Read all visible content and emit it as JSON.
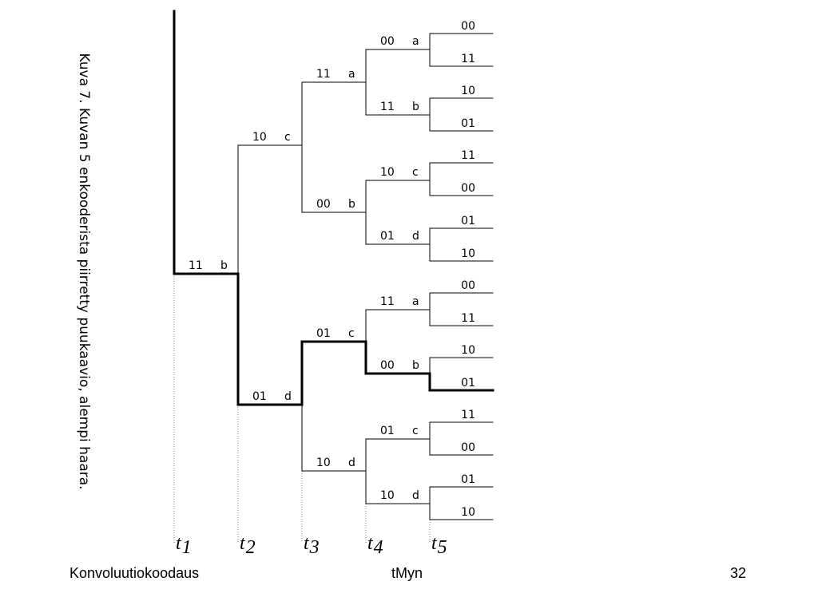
{
  "caption": "Kuva 7. Kuvan 5 enkooderista piirretty puukaavio, alempi haara.",
  "footer": {
    "left": "Konvoluutiokoodaus",
    "center": "tMyn",
    "page_number": "32"
  },
  "time_labels": [
    {
      "base": "t",
      "sub": "1"
    },
    {
      "base": "t",
      "sub": "2"
    },
    {
      "base": "t",
      "sub": "3"
    },
    {
      "base": "t",
      "sub": "4"
    },
    {
      "base": "t",
      "sub": "5"
    }
  ],
  "trellis_tree": {
    "level1": [
      {
        "output": "11",
        "state": "b",
        "highlighted": true
      }
    ],
    "level2": [
      {
        "output": "10",
        "state": "c",
        "highlighted": false
      },
      {
        "output": "01",
        "state": "d",
        "highlighted": true
      }
    ],
    "level3": [
      {
        "output": "11",
        "state": "a",
        "highlighted": false
      },
      {
        "output": "00",
        "state": "b",
        "highlighted": false
      },
      {
        "output": "01",
        "state": "c",
        "highlighted": true
      },
      {
        "output": "10",
        "state": "d",
        "highlighted": false
      }
    ],
    "level4": [
      {
        "output": "00",
        "state": "a",
        "highlighted": false
      },
      {
        "output": "11",
        "state": "b",
        "highlighted": false
      },
      {
        "output": "10",
        "state": "c",
        "highlighted": false
      },
      {
        "output": "01",
        "state": "d",
        "highlighted": false
      },
      {
        "output": "11",
        "state": "a",
        "highlighted": false
      },
      {
        "output": "00",
        "state": "b",
        "highlighted": true
      },
      {
        "output": "01",
        "state": "c",
        "highlighted": false
      },
      {
        "output": "10",
        "state": "d",
        "highlighted": false
      }
    ],
    "leaf_outputs": [
      "00",
      "11",
      "10",
      "01",
      "11",
      "00",
      "01",
      "10",
      "00",
      "11",
      "10",
      "01",
      "11",
      "00",
      "01",
      "10"
    ],
    "leaf_highlighted_index": 11
  }
}
